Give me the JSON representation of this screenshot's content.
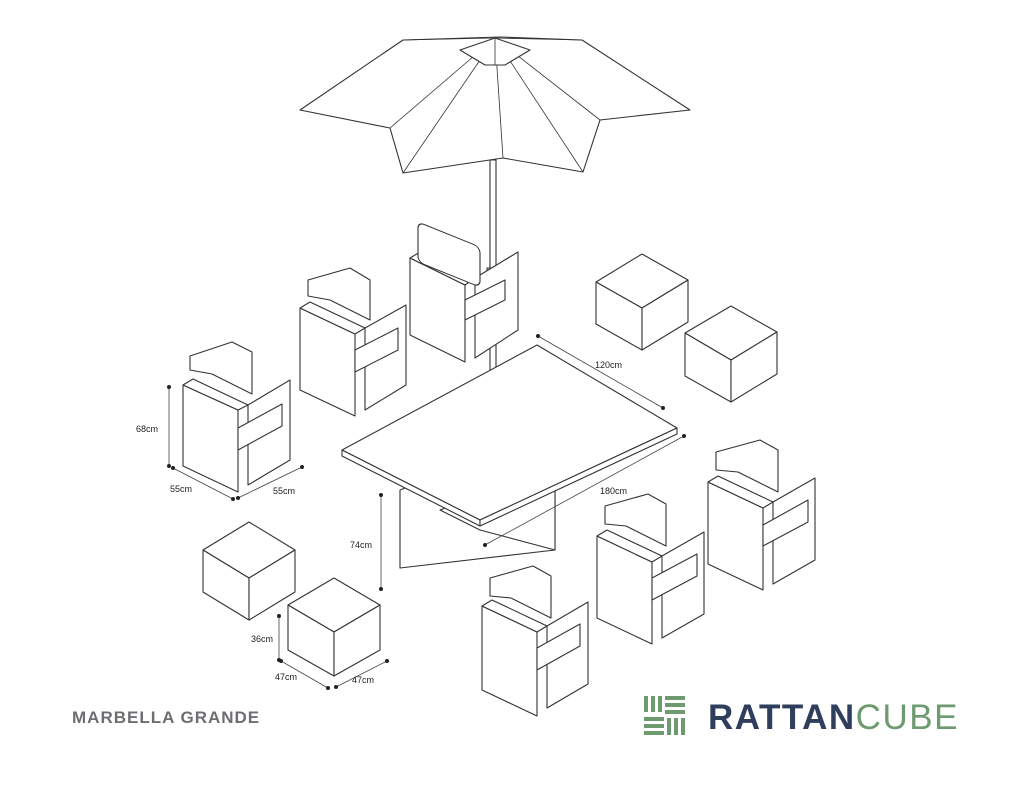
{
  "product_name": "MARBELLA GRANDE",
  "brand": {
    "part1": "RATTAN",
    "part2": "CUBE",
    "color_dark": "#2f3e5c",
    "color_green": "#6d9a6f",
    "logo_icon": "rattan-weave-logo-icon"
  },
  "dimensions": {
    "table_width": "120cm",
    "table_length": "180cm",
    "table_height": "74cm",
    "chair_height": "68cm",
    "chair_width": "55cm",
    "chair_depth": "55cm",
    "stool_height": "36cm",
    "stool_width": "47cm",
    "stool_depth": "47cm"
  }
}
